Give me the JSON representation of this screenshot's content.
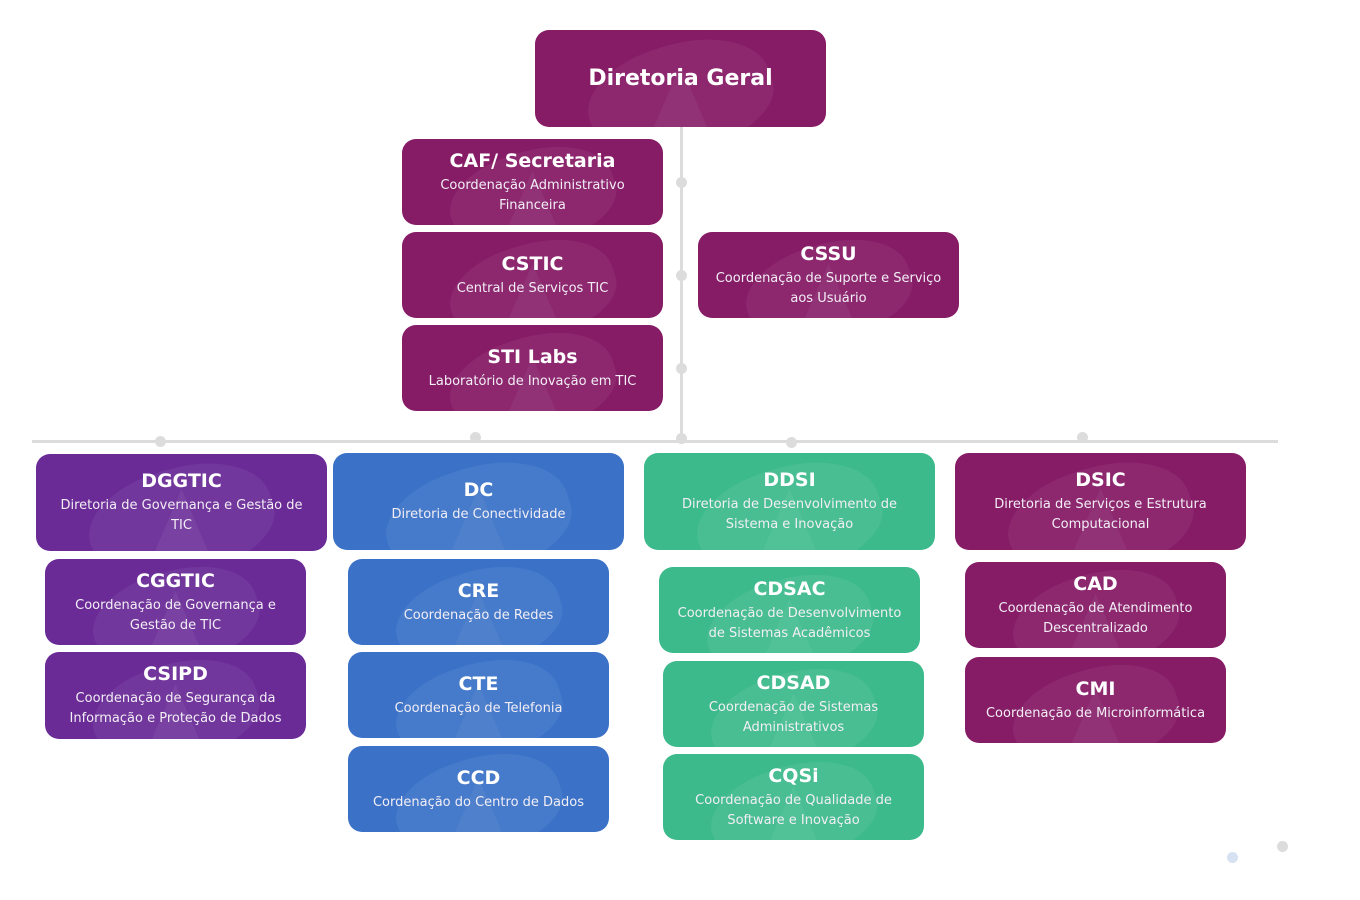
{
  "colors": {
    "magenta": "#861b66",
    "purple": "#6a2b96",
    "blue": "#3b72c7",
    "green": "#3dba8c",
    "connector": "#dcdcdc"
  },
  "root": {
    "title": "Diretoria Geral"
  },
  "staff_left": [
    {
      "title": "CAF/ Secretaria",
      "subtitle": "Coordenação Administrativo Financeira"
    },
    {
      "title": "CSTIC",
      "subtitle": "Central de Serviços TIC"
    },
    {
      "title": "STI Labs",
      "subtitle": "Laboratório de Inovação em TIC"
    }
  ],
  "staff_right": [
    {
      "title": "CSSU",
      "subtitle": "Coordenação de Suporte e Serviço  aos Usuário"
    }
  ],
  "directorates": [
    {
      "title": "DGGTIC",
      "subtitle": "Diretoria de Governança e Gestão de TIC",
      "color": "purple",
      "units": [
        {
          "title": "CGGTIC",
          "subtitle": "Coordenação de Governança e Gestão de TIC"
        },
        {
          "title": "CSIPD",
          "subtitle": "Coordenação de Segurança da Informação e Proteção de Dados"
        }
      ]
    },
    {
      "title": "DC",
      "subtitle": "Diretoria de Conectividade",
      "color": "blue",
      "units": [
        {
          "title": "CRE",
          "subtitle": "Coordenação de Redes"
        },
        {
          "title": "CTE",
          "subtitle": "Coordenação de Telefonia"
        },
        {
          "title": "CCD",
          "subtitle": "Cordenação do Centro de Dados"
        }
      ]
    },
    {
      "title": "DDSI",
      "subtitle": "Diretoria de Desenvolvimento de Sistema e Inovação",
      "color": "green",
      "units": [
        {
          "title": "CDSAC",
          "subtitle": "Coordenação de Desenvolvimento de Sistemas Acadêmicos"
        },
        {
          "title": "CDSAD",
          "subtitle": "Coordenação de Sistemas Administrativos"
        },
        {
          "title": "CQSi",
          "subtitle": "Coordenação de Qualidade de Software e Inovação"
        }
      ]
    },
    {
      "title": "DSIC",
      "subtitle": "Diretoria de Serviços e Estrutura Computacional",
      "color": "magenta",
      "units": [
        {
          "title": "CAD",
          "subtitle": "Coordenação de Atendimento Descentralizado"
        },
        {
          "title": "CMI",
          "subtitle": "Coordenação de Microinformática"
        }
      ]
    }
  ]
}
